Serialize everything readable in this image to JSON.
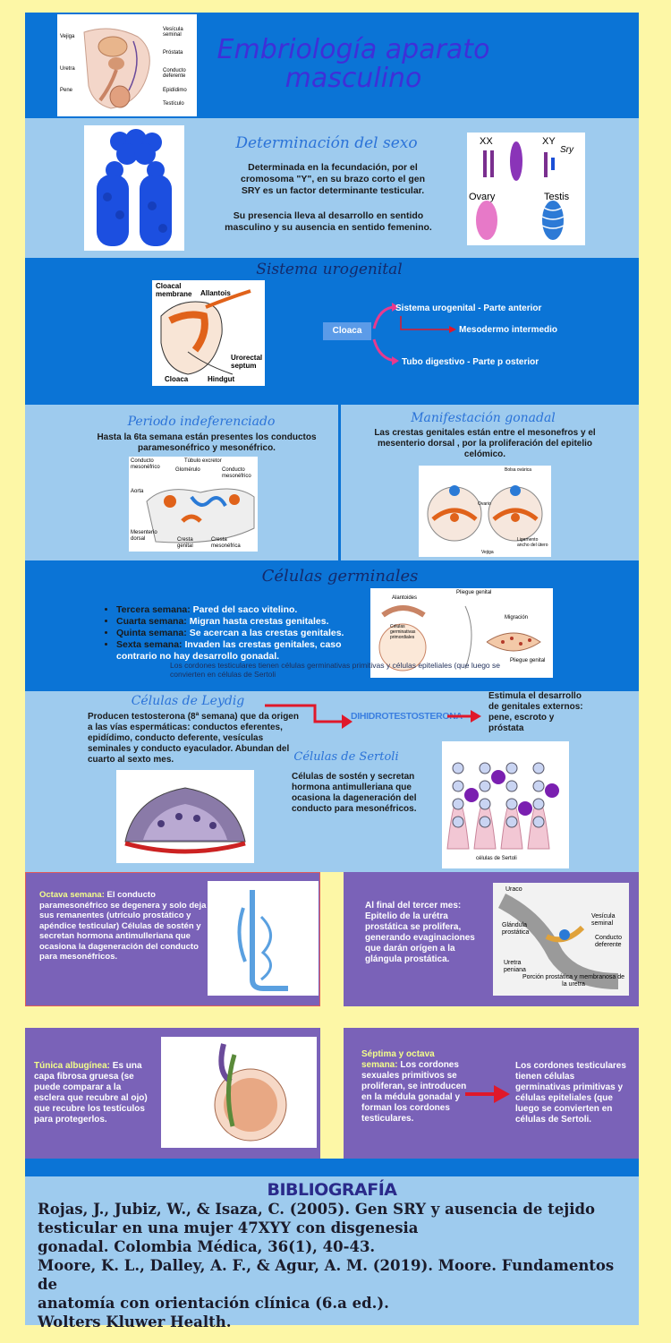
{
  "header": {
    "title_line1": "Embriología aparato",
    "title_line2": "masculino",
    "anatomy_labels": [
      "Vejiga",
      "Vesícula seminal",
      "Próstata",
      "Uretra",
      "Conducto deferente",
      "Pene",
      "Epidídimo",
      "Testículo"
    ]
  },
  "sex": {
    "title": "Determinación del sexo",
    "p1": "Determinada en la fecundación, por el cromosoma \"Y\", en su brazo corto el gen SRY es un factor determinante testicular.",
    "p2": "Su presencia lleva al desarrollo en sentido masculino y su ausencia en sentido femenino.",
    "diagram": {
      "xx": "XX",
      "xy": "XY",
      "sry": "Sry",
      "ovary": "Ovary",
      "testis": "Testis"
    }
  },
  "uro": {
    "title": "Sistema urogenital",
    "img_labels": {
      "cloacal": "Cloacal membrane",
      "allantois": "Allantois",
      "urorectal": "Urorectal septum",
      "cloaca": "Cloaca",
      "hindgut": "Hindgut"
    },
    "cloaca": "Cloaca",
    "b1": "Sistema urogenital - Parte  anterior",
    "b2": "Mesodermo intermedio",
    "b3": "Tubo digestivo - Parte  p osterior"
  },
  "periodo": {
    "title": "Periodo indeferenciado",
    "text": "Hasta la 6ta semana están presentes  los conductos paramesonéfrico y mesonéfrico.",
    "labels": {
      "a": "Conducto mesonéfrico",
      "b": "Túbulo excretor",
      "c": "Glomérulo",
      "d": "Conducto mesonéfrico",
      "e": "Aorta",
      "f": "Mesenterio dorsal",
      "g": "Cresta genital",
      "h": "Cresta mesonéfrica"
    }
  },
  "gonadal": {
    "title": "Manifestación gonadal",
    "text": "Las crestas genitales están entre el mesonefros y el mesenterio dorsal , por la proliferación del epitelio celómico.",
    "labels": {
      "a": "Bolsa ovárica",
      "b": "Ovario",
      "c": "Ligamento ancho del útero",
      "d": "Vejiga"
    }
  },
  "germ": {
    "title": "Células germinales",
    "items": [
      {
        "k": "Tercera semana:",
        "v": " Pared del saco vitelino."
      },
      {
        "k": "Cuarta semana:",
        "v": " Migran hasta crestas genitales."
      },
      {
        "k": "Quinta semana:",
        "v": " Se acercan a las crestas genitales."
      },
      {
        "k": "Sexta semana:",
        "v": " Invaden las crestas genitales, caso contrario no hay desarrollo gonadal."
      }
    ],
    "overlap": "Los cordones testiculares tienen células germinativas primitivas y células epiteliales (que luego se convierten en células de Sertoli",
    "labels": {
      "a": "Pliegue genital",
      "b": "Alantoides",
      "c": "Células germinativas primordiales",
      "d": "Migración",
      "e": "Pliegue genital"
    }
  },
  "leydig": {
    "title": "Células de Leydig",
    "text": "Producen testosterona (8ª semana) que da origen a las vías espermáticas: conductos eferentes, epidídimo, conducto deferente, vesículas seminales y conducto eyaculador. Abundan del cuarto al sexto mes.",
    "dht": "DIHIDROTESTOSTERONA",
    "result": "Estimula el desarrollo de genitales externos: pene, escroto y próstata"
  },
  "sertoli": {
    "title": "Células de Sertoli",
    "text": "Células de sostén y secretan hormona antimulleriana que ocasiona la dageneración del conducto para mesonéfricos.",
    "caption": "células de Sertoli"
  },
  "octava": {
    "k": "Octava semana:",
    "v": " El conducto paramesonéfrico se degenera y solo deja sus remanentes (utrículo prostático y apéndice testicular) Células de sostén y secretan hormona antimulleriana que ocasiona la dageneración del conducto para mesonéfricos."
  },
  "tercer": {
    "k": "Al final del tercer mes:",
    "v": " Epitelio de la urétra prostática se prolifera, generando evaginaciones que darán orígen a la glángula prostática.",
    "labels": {
      "a": "Uraco",
      "b": "Vesícula seminal",
      "c": "Glándula prostática",
      "d": "Conducto deferente",
      "e": "Uretra peniana",
      "f": "Porción prostática y membranosa de la uretra"
    }
  },
  "tunica": {
    "k": "Túnica albugínea:",
    "v": " Es una capa fibrosa gruesa (se puede comparar a la esclera que recubre al ojo) que recubre los testículos para protegerlos."
  },
  "septima": {
    "k": "Séptima y octava semana:",
    "v": " Los cordones sexuales primitivos se proliferan, se introducen en la médula gonadal y forman los cordones testiculares.",
    "result": "Los cordones testiculares tienen células germinativas primitivas y células epiteliales (que luego se convierten en células de Sertoli."
  },
  "bib": {
    "title": "BIBLIOGRAFÍA",
    "lines": [
      "Rojas, J., Jubiz, W., & Isaza, C. (2005). Gen SRY y ausencia de tejido",
      "testicular en una mujer 47XYY con disgenesia",
      "gonadal. Colombia Médica, 36(1), 40-43.",
      "Moore, K. L., Dalley, A. F., & Agur, A. M. (2019). Moore. Fundamentos de",
      "anatomía con orientación clínica (6.a ed.).",
      "Wolters Kluwer Health."
    ]
  },
  "colors": {
    "blue": "#0b74d6",
    "light": "#9ecbee",
    "purple": "#7a62b8",
    "bg": "#fdf7a6",
    "red": "#e0182a",
    "pink": "#e83a8e"
  }
}
